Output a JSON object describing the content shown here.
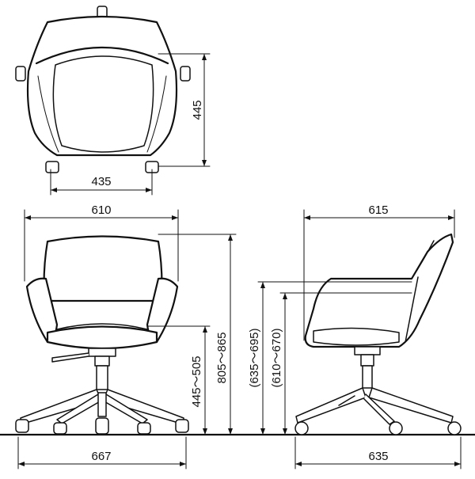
{
  "dimensions": {
    "top_depth": "445",
    "top_width": "435",
    "front_width": "610",
    "front_height": "805～865",
    "front_seat_height": "445～505",
    "front_base_width": "667",
    "side_width": "615",
    "side_arm_height": "(635～695)",
    "side_seat_height": "(610～670)",
    "side_base_width": "635"
  },
  "colors": {
    "line": "#111111",
    "background": "#ffffff"
  }
}
